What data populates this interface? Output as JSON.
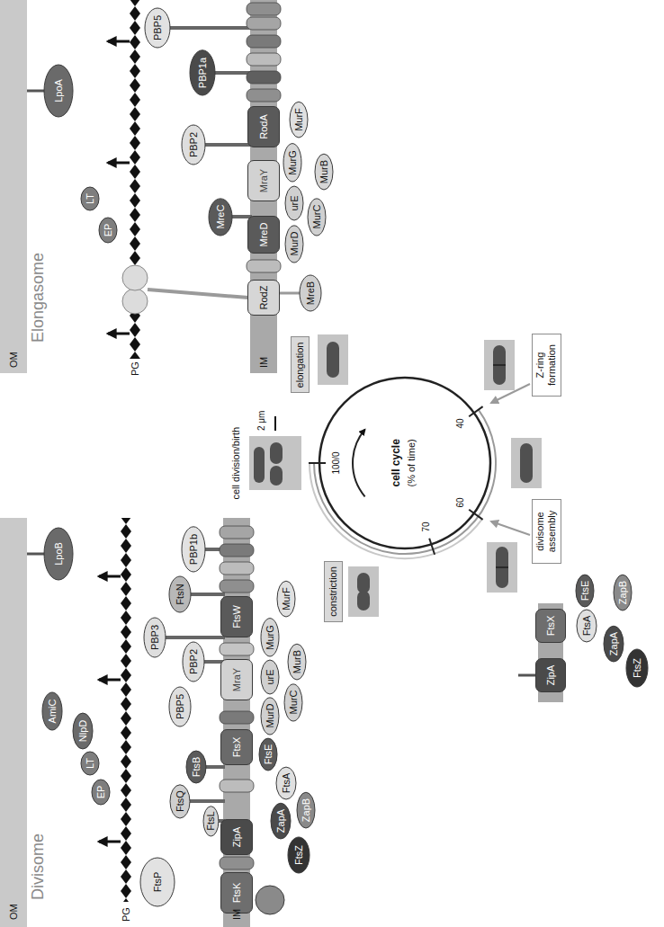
{
  "diagram": {
    "nodes": [
      {
        "text": [
          "FtsK"
        ]
      },
      {
        "text": [
          "ZipA"
        ]
      },
      {
        "text": [
          "FtsL"
        ]
      },
      {
        "text": [
          "FtsQ"
        ]
      },
      {
        "text": [
          "FtsB"
        ]
      },
      {
        "text": [
          "FtsP"
        ]
      },
      {
        "text": [
          "EP"
        ]
      },
      {
        "text": [
          "LT"
        ]
      },
      {
        "text": [
          "NlpD"
        ]
      },
      {
        "text": [
          "AmiC"
        ]
      },
      {
        "text": [
          "PBP5"
        ]
      },
      {
        "text": [
          "PBP2"
        ]
      },
      {
        "text": [
          "PBP3"
        ]
      },
      {
        "text": [
          "FtsN"
        ]
      },
      {
        "text": [
          "PBP1b"
        ]
      },
      {
        "text": [
          "LpoB"
        ]
      },
      {
        "text": [
          "FtsX"
        ]
      },
      {
        "text": [
          "MraY"
        ]
      },
      {
        "text": [
          "FtsW"
        ]
      },
      {
        "text": [
          "FtsE"
        ]
      },
      {
        "text": [
          "FtsA"
        ]
      },
      {
        "text": [
          "ZapA"
        ]
      },
      {
        "text": [
          "ZapB"
        ]
      },
      {
        "text": [
          "FtsZ"
        ]
      },
      {
        "text": [
          "MurD"
        ]
      },
      {
        "text": [
          "urE"
        ]
      },
      {
        "text": [
          "MurG"
        ]
      },
      {
        "text": [
          "MurC"
        ]
      },
      {
        "text": [
          "MurB"
        ]
      },
      {
        "text": [
          "MurF"
        ]
      },
      {
        "text": [
          "constriction"
        ]
      },
      {
        "text": [
          "elongation"
        ]
      },
      {
        "text": [
          "divisome assembly"
        ]
      },
      {
        "text": [
          "Z-ring formation"
        ]
      },
      {
        "text": [
          "ZipA"
        ]
      },
      {
        "text": [
          "FtsX"
        ]
      },
      {
        "text": [
          "FtsE"
        ]
      },
      {
        "text": [
          "FtsA"
        ]
      },
      {
        "text": [
          "ZapA"
        ]
      },
      {
        "text": [
          "ZapB"
        ]
      },
      {
        "text": [
          "FtsZ"
        ]
      },
      {
        "text": [
          "LpoA"
        ]
      },
      {
        "text": [
          "EP"
        ]
      },
      {
        "text": [
          "LT"
        ]
      },
      {
        "text": [
          "PBP2"
        ]
      },
      {
        "text": [
          "MreC"
        ]
      },
      {
        "text": [
          "PBP1a"
        ]
      },
      {
        "text": [
          "PBP5"
        ]
      },
      {
        "text": [
          "RodZ"
        ]
      },
      {
        "text": [
          "MreD"
        ]
      },
      {
        "text": [
          "MraY"
        ]
      },
      {
        "text": [
          "RodA"
        ]
      },
      {
        "text": [
          "MreB"
        ]
      },
      {
        "text": [
          "MurD"
        ]
      },
      {
        "text": [
          "urE"
        ]
      },
      {
        "text": [
          "MurC"
        ]
      },
      {
        "text": [
          "MurG"
        ]
      },
      {
        "text": [
          "MurB"
        ]
      },
      {
        "text": [
          "MurF"
        ]
      }
    ],
    "labels": [
      "OM",
      "Divisome",
      "PG",
      "IM",
      "OM",
      "Elongasome",
      "PG",
      "IM",
      "cell division/birth",
      "2 μm",
      "100/0",
      "40",
      "60",
      "70",
      "cell cycle",
      "(% of time)"
    ]
  }
}
